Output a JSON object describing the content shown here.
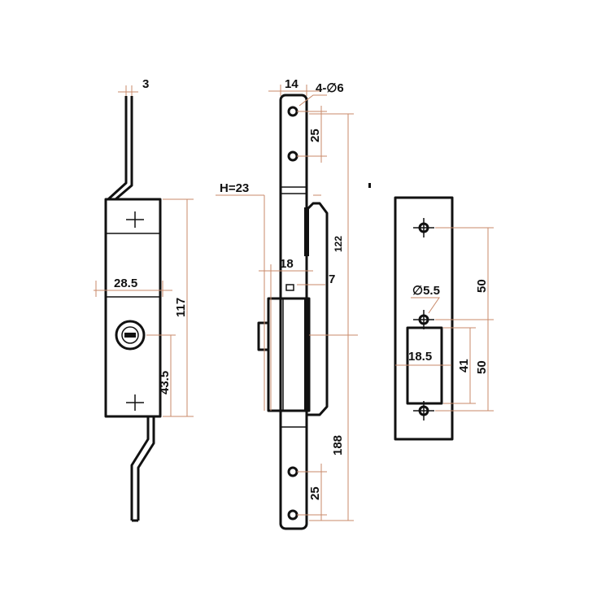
{
  "drawing": {
    "line_color": "#111111",
    "dimension_color": "#c98a6a",
    "side_view": {
      "rod_thickness": "3",
      "width": "28.5",
      "height": "117",
      "key_to_bottom": "43.5"
    },
    "front_view": {
      "bar_width": "14",
      "holes": "4-∅6",
      "hole_pitch_top": "25",
      "handle_height": "H=23",
      "upper_length": "122",
      "body_depth": "18",
      "offset": "7",
      "lower_length": "188",
      "hole_pitch_bottom": "25"
    },
    "strike_plate": {
      "hole_diameter": "∅5.5",
      "pitch_upper": "50",
      "pitch_lower": "50",
      "slot_width": "18.5",
      "slot_height": "41"
    }
  }
}
